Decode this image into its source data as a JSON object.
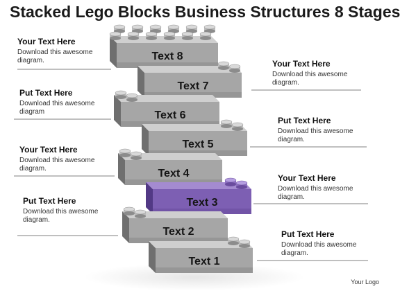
{
  "title": "Stacked Lego Blocks Business Structures 8 Stages",
  "blocks": [
    "Text 1",
    "Text 2",
    "Text 3",
    "Text 4",
    "Text 5",
    "Text 6",
    "Text 7",
    "Text 8"
  ],
  "highlight_block": "Text 3",
  "colors": {
    "gray_face": "#a3a3a3",
    "purple_face": "#7a5bb0",
    "line": "#555555"
  },
  "callouts": [
    {
      "heading": "Your Text Here",
      "body": "Download this awesome diagram."
    },
    {
      "heading": "Your Text Here",
      "body": "Download this awesome diagram."
    },
    {
      "heading": "Put Text Here",
      "body": "Download this awesome diagram"
    },
    {
      "heading": "Put Text Here",
      "body": "Download this awesome diagram."
    },
    {
      "heading": "Your Text Here",
      "body": "Download this awesome diagram."
    },
    {
      "heading": "Your Text Here",
      "body": "Download this awesome diagram."
    },
    {
      "heading": "Put Text Here",
      "body": "Download this awesome diagram."
    },
    {
      "heading": "Put Text Here",
      "body": "Download this awesome diagram."
    }
  ],
  "logo": "Your Logo"
}
